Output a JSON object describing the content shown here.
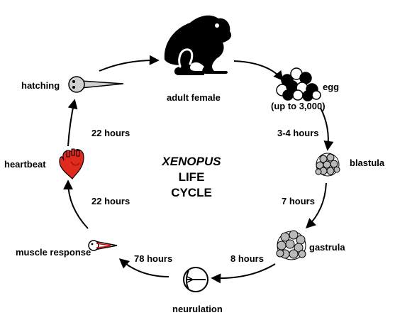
{
  "title": {
    "line1": "XENOPUS",
    "line2": "LIFE",
    "line3": "CYCLE"
  },
  "stages": {
    "adult": "adult female",
    "egg": "egg",
    "egg_count": "(up to 3,000)",
    "blastula": "blastula",
    "gastrula": "gastrula",
    "neurulation": "neurulation",
    "muscle": "muscle response",
    "heartbeat": "heartbeat",
    "hatching": "hatching"
  },
  "durations": {
    "egg_to_blastula": "3-4 hours",
    "blastula_to_gastrula": "7 hours",
    "gastrula_to_neurulation": "8 hours",
    "neurulation_to_muscle": "78 hours",
    "muscle_to_heartbeat": "22 hours",
    "heartbeat_to_hatching": "22 hours"
  },
  "colors": {
    "heart": "#e02a1e",
    "cells": "#b9b9b9",
    "ink": "#000000"
  }
}
